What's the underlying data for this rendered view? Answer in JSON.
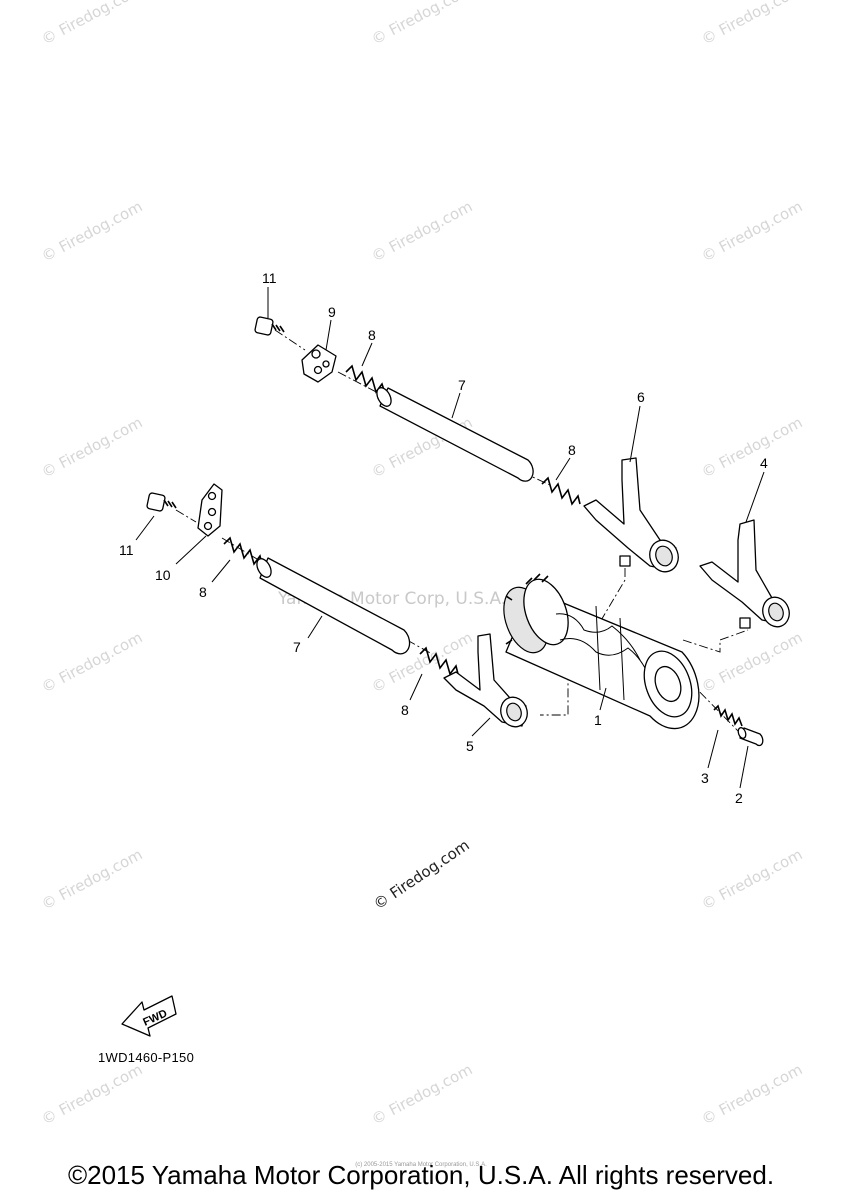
{
  "watermarks": {
    "site": "© Firedog.com",
    "center": "© Firedog.com",
    "brand": "Yamaha Motor Corp, U.S.A."
  },
  "callouts": [
    "11",
    "9",
    "8",
    "7",
    "6",
    "8",
    "4",
    "11",
    "10",
    "8",
    "7",
    "8",
    "5",
    "1",
    "3",
    "2"
  ],
  "fwd_label": "FWD",
  "diagram_code": "1WD1460-P150",
  "copyright_small": "(c) 2005-2015 Yamaha Motor Corporation, U.S.A.",
  "copyright": "©2015 Yamaha Motor Corporation, U.S.A. All rights reserved."
}
